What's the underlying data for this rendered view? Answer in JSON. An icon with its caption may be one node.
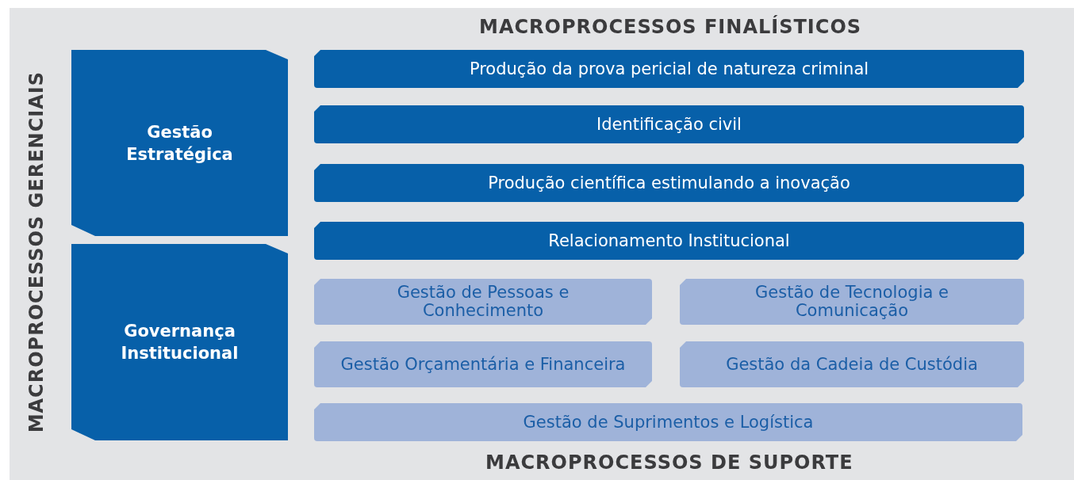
{
  "diagram": {
    "nodes": [
      {
        "text": [
          "Gestão Estratégica"
        ]
      },
      {
        "text": [
          "Governança Institucional"
        ]
      },
      {
        "text": [
          "Produção da prova pericial de natureza criminal"
        ]
      },
      {
        "text": [
          "Identificação civil"
        ]
      },
      {
        "text": [
          "Produção científica estimulando a inovação"
        ]
      },
      {
        "text": [
          "Relacionamento Institucional"
        ]
      },
      {
        "text": [
          "Gestão de Pessoas e Conhecimento"
        ]
      },
      {
        "text": [
          "Gestão de Tecnologia e Comunicação"
        ]
      },
      {
        "text": [
          "Gestão Orçamentária e Financeira"
        ]
      },
      {
        "text": [
          "Gestão da Cadeia de Custódia"
        ]
      },
      {
        "text": [
          "Gestão de Suprimentos e Logística"
        ]
      }
    ],
    "edges": [],
    "labels": [
      "MACROPROCESSOS GERENCIAIS",
      "MACROPROCESSOS FINALÍSTICOS",
      "MACROPROCESSOS DE SUPORTE"
    ]
  }
}
